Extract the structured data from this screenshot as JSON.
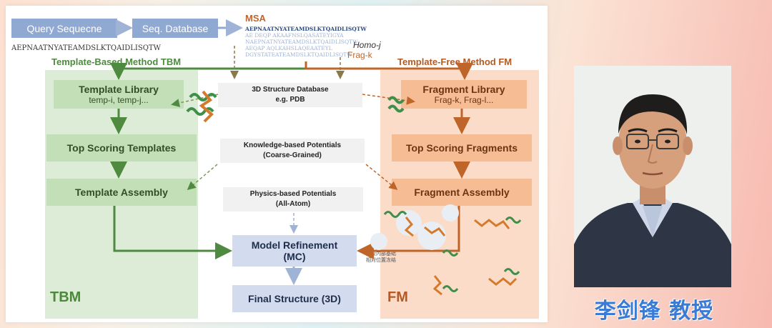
{
  "header": {
    "query_label": "Query Sequecne",
    "db_label": "Seq. Database",
    "query_seq": "AEPNAATNYATEAMDSLKTQAIDLISQTW",
    "msa_title": "MSA",
    "msa_lines": [
      "AEPNAATNYATEAMDSLKTQAIDLISQTW",
      "AE DEQP     AKAAFNSLQASATEYIGYA",
      "NAEPNATNYATEAMDSLKTQAIDLISQTW",
      "AEQAP       AQLKAHSLAQEAATEYL",
      "DGYSTATEATEAMDSLKTQAIDLISQTW"
    ],
    "homo_label": "Homo-j",
    "frag_label": "Frag-k"
  },
  "tbm": {
    "title": "Template-Based Method TBM",
    "library_title": "Template Library",
    "library_sub": "temp-i, temp-j...",
    "top": "Top Scoring Templates",
    "assembly": "Template Assembly",
    "big": "TBM"
  },
  "fm": {
    "title": "Template-Free Method FM",
    "library_title": "Fragment Library",
    "library_sub": "Frag-k, Frag-l...",
    "top": "Top Scoring Fragments",
    "assembly": "Fragment Assembly",
    "big": "FM",
    "note_line1": "片段内部基础",
    "note_line2": "相对位置冻结"
  },
  "middle": {
    "pdb_line1": "3D Structure Database",
    "pdb_line2": "e.g. PDB",
    "kb_line1": "Knowledge-based Potentials",
    "kb_line2": "(Coarse-Grained)",
    "phys_line1": "Physics-based Potentials",
    "phys_line2": "(All-Atom)",
    "refine_line1": "Model Refinement",
    "refine_line2": "(MC)",
    "final": "Final Structure (3D)"
  },
  "person": {
    "caption": "李剑锋 教授"
  },
  "colors": {
    "green": "#4e8a3f",
    "orange": "#c0652a",
    "blue": "#8fa9d3"
  }
}
